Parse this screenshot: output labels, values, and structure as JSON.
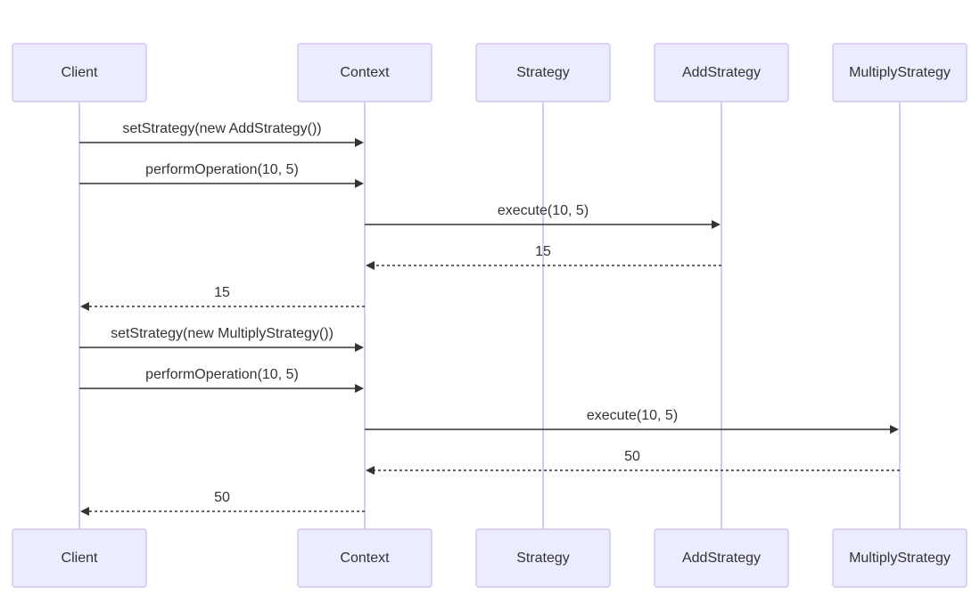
{
  "participants": [
    {
      "id": "client",
      "label": "Client"
    },
    {
      "id": "context",
      "label": "Context"
    },
    {
      "id": "strategy",
      "label": "Strategy"
    },
    {
      "id": "add",
      "label": "AddStrategy"
    },
    {
      "id": "multiply",
      "label": "MultiplyStrategy"
    }
  ],
  "messages": [
    {
      "from": "client",
      "to": "context",
      "label": "setStrategy(new AddStrategy())",
      "style": "solid"
    },
    {
      "from": "client",
      "to": "context",
      "label": "performOperation(10, 5)",
      "style": "solid"
    },
    {
      "from": "context",
      "to": "add",
      "label": "execute(10, 5)",
      "style": "solid"
    },
    {
      "from": "add",
      "to": "context",
      "label": "15",
      "style": "dashed"
    },
    {
      "from": "context",
      "to": "client",
      "label": "15",
      "style": "dashed"
    },
    {
      "from": "client",
      "to": "context",
      "label": "setStrategy(new MultiplyStrategy())",
      "style": "solid"
    },
    {
      "from": "client",
      "to": "context",
      "label": "performOperation(10, 5)",
      "style": "solid"
    },
    {
      "from": "context",
      "to": "multiply",
      "label": "execute(10, 5)",
      "style": "solid"
    },
    {
      "from": "multiply",
      "to": "context",
      "label": "50",
      "style": "dashed"
    },
    {
      "from": "context",
      "to": "client",
      "label": "50",
      "style": "dashed"
    }
  ],
  "colors": {
    "actor_fill": "#ececff",
    "actor_border": "#d3c6f0",
    "lifeline": "#c8b8ec",
    "message": "#333333"
  }
}
